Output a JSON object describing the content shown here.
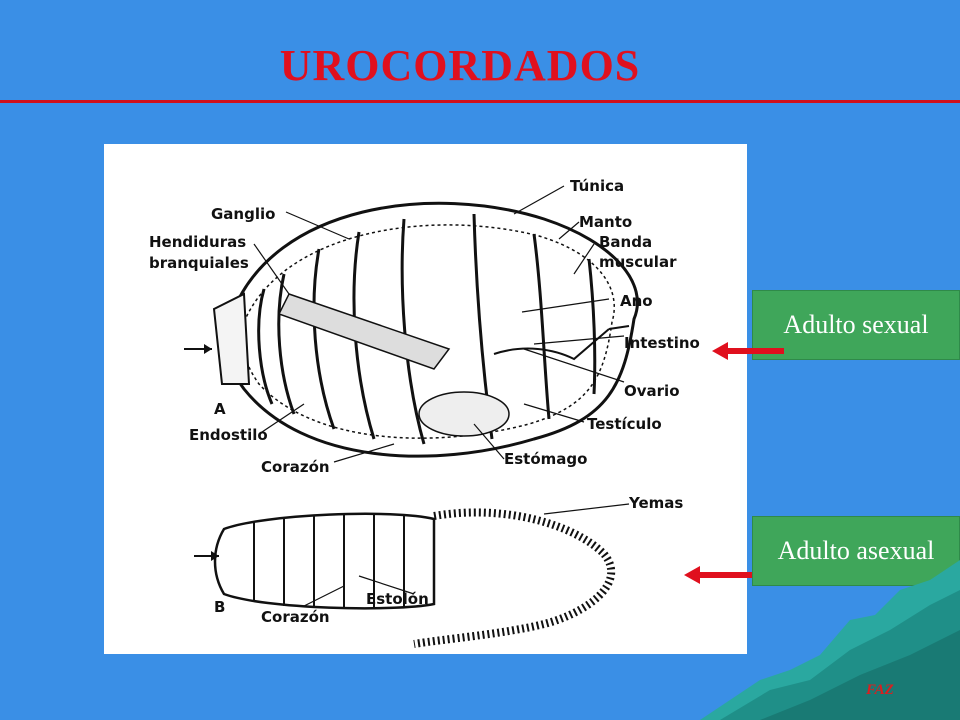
{
  "slide": {
    "title": "UROCORDADOS",
    "footer": "FAZ"
  },
  "tags": {
    "sexual": "Adulto sexual",
    "asexual": "Adulto asexual"
  },
  "diagram": {
    "labels": {
      "tunica": "Túnica",
      "ganglio": "Ganglio",
      "manto": "Manto",
      "hendiduras1": "Hendiduras",
      "hendiduras2": "branquiales",
      "banda1": "Banda",
      "banda2": "muscular",
      "ano": "Ano",
      "intestino": "Intestino",
      "ovario": "Ovario",
      "letra_a": "A",
      "endostilo": "Endostilo",
      "testiculo": "Testículo",
      "corazon_a": "Corazón",
      "estomago": "Estómago",
      "yemas": "Yemas",
      "letra_b": "B",
      "corazon_b": "Corazón",
      "estolon": "Estolón"
    }
  },
  "colors": {
    "background": "#3a8fe6",
    "title": "#e0101e",
    "tag": "#3fa65a",
    "arrow": "#e0101e"
  }
}
